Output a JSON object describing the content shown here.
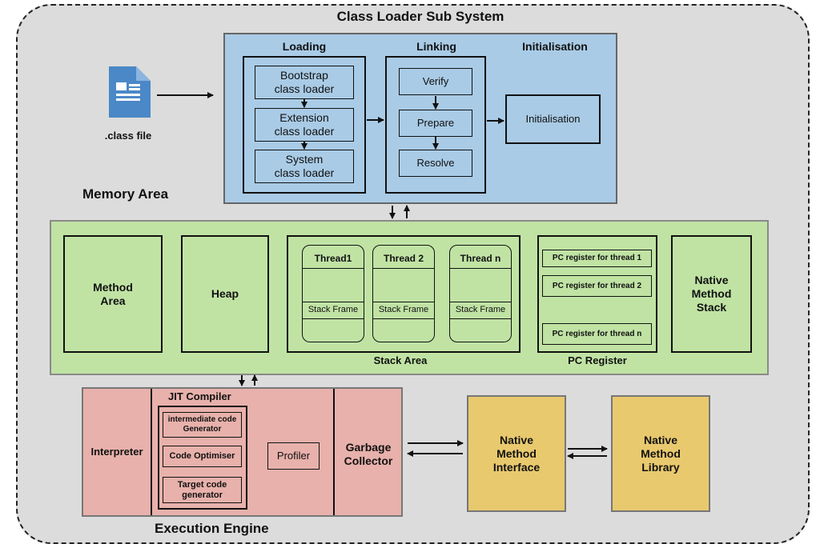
{
  "titles": {
    "class_loader_subsystem": "Class Loader Sub System",
    "memory_area": "Memory Area",
    "execution_engine": "Execution Engine"
  },
  "class_file": {
    "label": ".class file",
    "icon": "document-icon",
    "color": "#4a88c7"
  },
  "loading": {
    "title": "Loading",
    "items": [
      "Bootstrap\nclass loader",
      "Extension\nclass loader",
      "System\nclass loader"
    ]
  },
  "linking": {
    "title": "Linking",
    "items": [
      "Verify",
      "Prepare",
      "Resolve"
    ]
  },
  "initialisation": {
    "title": "Initialisation",
    "box": "Initialisation"
  },
  "memory": {
    "method_area": "Method\nArea",
    "heap": "Heap",
    "stack_area": {
      "title": "Stack Area",
      "threads": [
        "Thread1",
        "Thread 2",
        "Thread n"
      ],
      "frame_label": "Stack Frame"
    },
    "pc_register": {
      "title": "PC Register",
      "items": [
        "PC register for thread 1",
        "PC register for thread 2",
        "PC register for thread n"
      ]
    },
    "native_method_stack": "Native\nMethod\nStack"
  },
  "engine": {
    "interpreter": "Interpreter",
    "jit": {
      "title": "JIT Compiler",
      "items": [
        "intermediate code\nGenerator",
        "Code Optimiser",
        "Target code\ngenerator"
      ],
      "profiler": "Profiler"
    },
    "garbage_collector": "Garbage\nCollector"
  },
  "native_method_interface": "Native\nMethod\nInterface",
  "native_method_library": "Native\nMethod\nLibrary",
  "colors": {
    "class_loader": "#a9cbe6",
    "memory_area": "#c0e3a4",
    "execution_engine": "#e8b1ab",
    "native": "#e9c96e",
    "background": "#dcdcdc"
  }
}
